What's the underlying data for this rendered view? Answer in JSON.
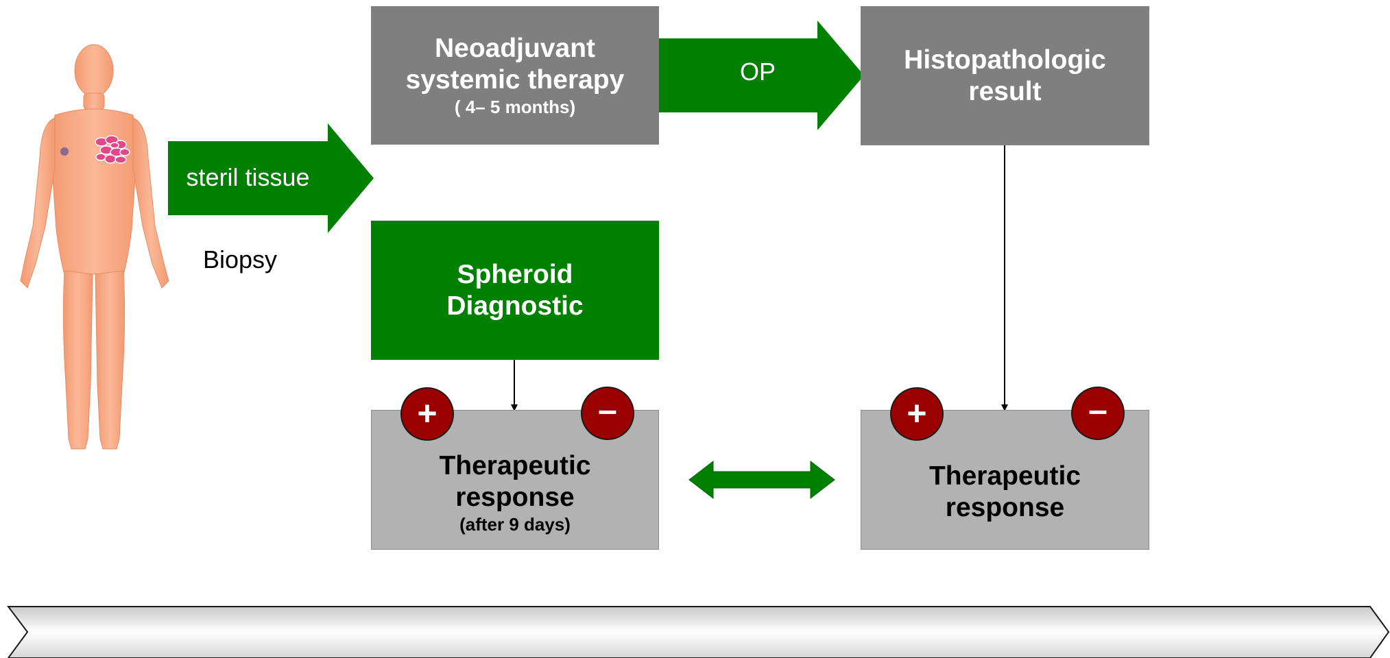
{
  "nodes": {
    "neoadjuvant": {
      "title": "Neoadjuvant\nsystemic therapy",
      "subtitle": "( 4– 5 months)"
    },
    "histopathologic": {
      "title": "Histopathologic\nresult"
    },
    "spheroid": {
      "title": "Spheroid\nDiagnostic"
    },
    "response_left": {
      "title": "Therapeutic\nresponse",
      "subtitle": "(after 9 days)"
    },
    "response_right": {
      "title": "Therapeutic\nresponse"
    }
  },
  "arrows": {
    "steril": "steril tissue",
    "op": "OP"
  },
  "labels": {
    "biopsy": "Biopsy"
  },
  "badges": {
    "plus": "+",
    "minus": "–"
  },
  "colors": {
    "green": "#008000",
    "dark_gray": "#7f7f7f",
    "light_gray": "#b2b2b2",
    "badge_red": "#9b0000",
    "skin": "#f9a983"
  }
}
